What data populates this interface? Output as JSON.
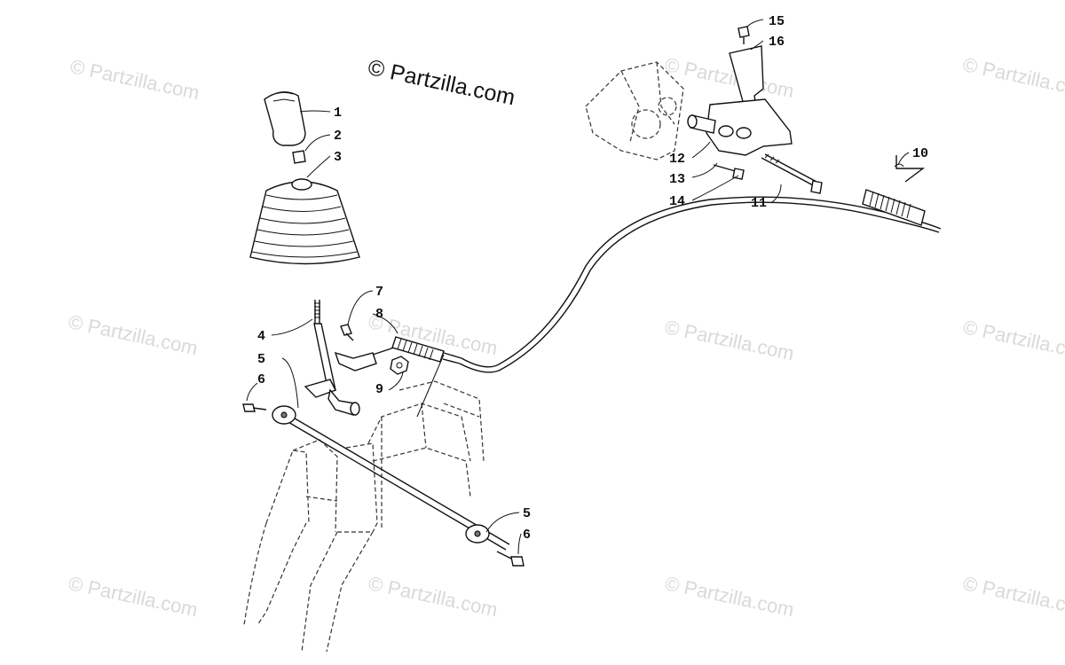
{
  "copyright_text": "© Partzilla.com",
  "watermark_text": "© Partzilla.com",
  "callouts": {
    "c1": "1",
    "c2": "2",
    "c3": "3",
    "c4": "4",
    "c5a": "5",
    "c6a": "6",
    "c7": "7",
    "c8": "8",
    "c9": "9",
    "c5b": "5",
    "c6b": "6",
    "c10": "10",
    "c11": "11",
    "c12": "12",
    "c13": "13",
    "c14": "14",
    "c15": "15",
    "c16": "16"
  }
}
